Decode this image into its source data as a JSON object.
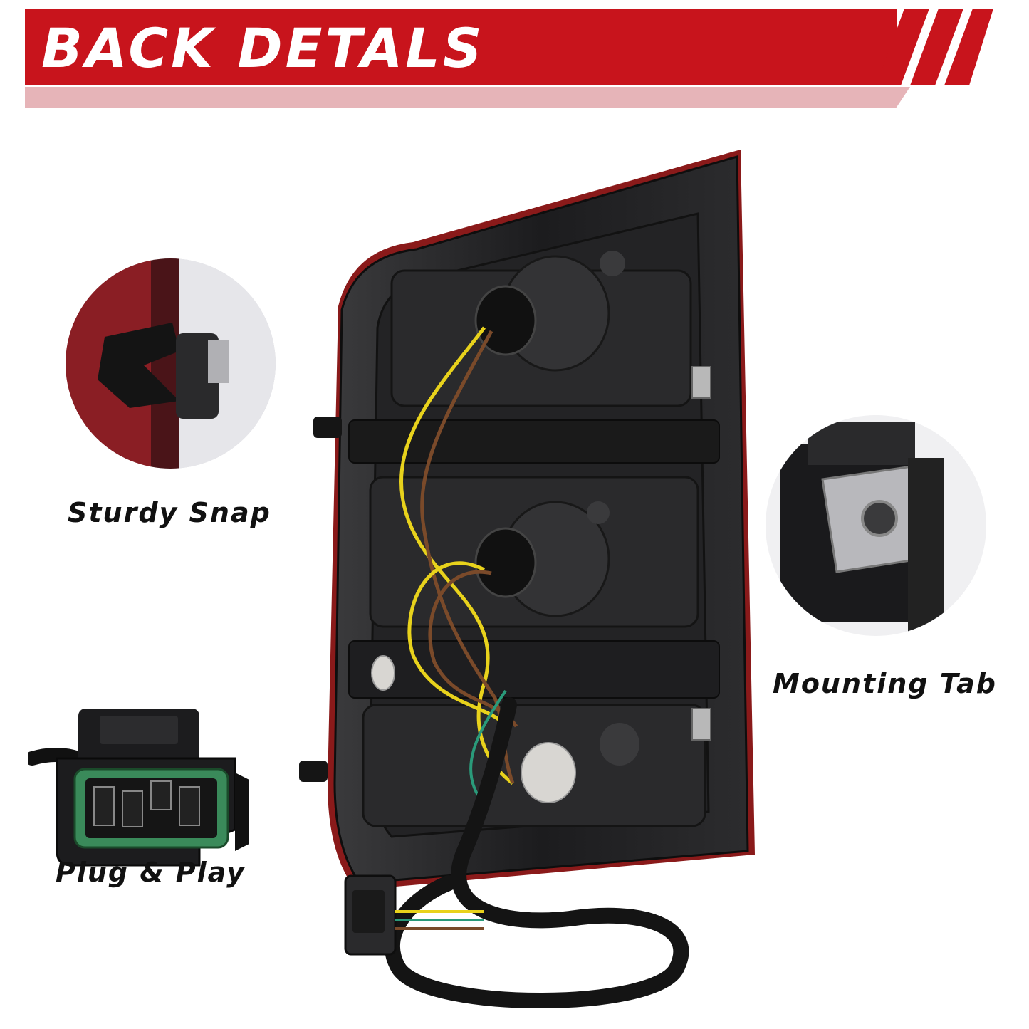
{
  "banner": {
    "title": "BACK DETALS"
  },
  "callouts": {
    "snap": {
      "label": "Sturdy Snap",
      "icon": "snap-clip-icon"
    },
    "tab": {
      "label": "Mounting Tab",
      "icon": "mounting-tab-icon"
    },
    "plug": {
      "label": "Plug & Play",
      "icon": "connector-plug-icon"
    }
  },
  "colors": {
    "banner_red": "#c8141c",
    "banner_pink": "#e6b4b8",
    "housing_black": "#1c1c1e",
    "wire_yellow": "#e8d21c",
    "wire_brown": "#7a4a2a",
    "wire_green": "#2a9a7a",
    "seal_green": "#3a8a5a"
  }
}
